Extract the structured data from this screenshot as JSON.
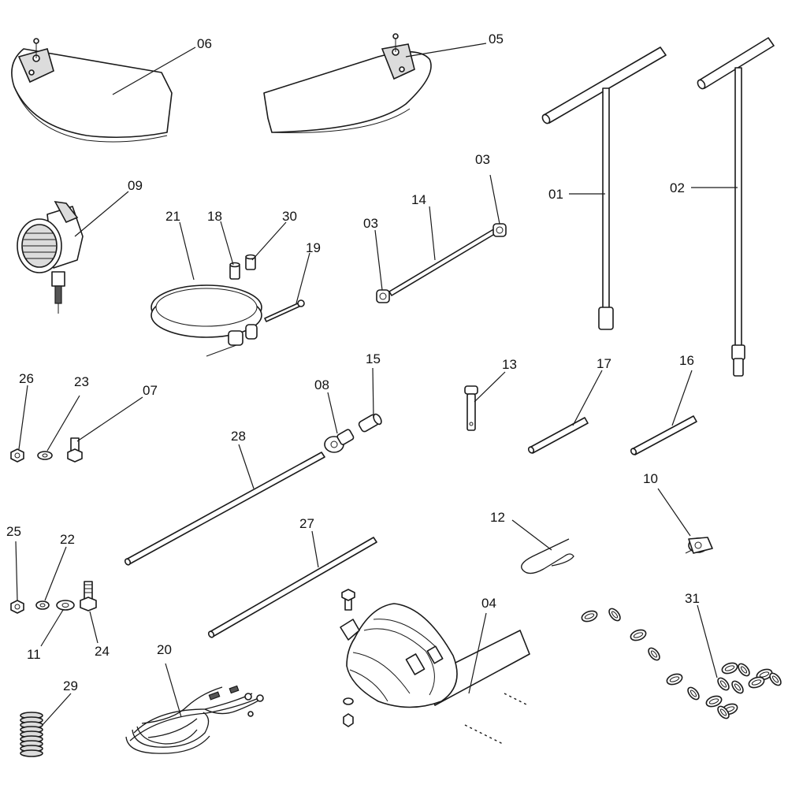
{
  "diagram": {
    "parts": [
      {
        "id": "06",
        "label": "06"
      },
      {
        "id": "05",
        "label": "05"
      },
      {
        "id": "01",
        "label": "01"
      },
      {
        "id": "02",
        "label": "02"
      },
      {
        "id": "09",
        "label": "09"
      },
      {
        "id": "21",
        "label": "21"
      },
      {
        "id": "18",
        "label": "18"
      },
      {
        "id": "30",
        "label": "30"
      },
      {
        "id": "19",
        "label": "19"
      },
      {
        "id": "03a",
        "label": "03"
      },
      {
        "id": "14",
        "label": "14"
      },
      {
        "id": "03b",
        "label": "03"
      },
      {
        "id": "26",
        "label": "26"
      },
      {
        "id": "23",
        "label": "23"
      },
      {
        "id": "07",
        "label": "07"
      },
      {
        "id": "08",
        "label": "08"
      },
      {
        "id": "15",
        "label": "15"
      },
      {
        "id": "28",
        "label": "28"
      },
      {
        "id": "13",
        "label": "13"
      },
      {
        "id": "17",
        "label": "17"
      },
      {
        "id": "16",
        "label": "16"
      },
      {
        "id": "10",
        "label": "10"
      },
      {
        "id": "12",
        "label": "12"
      },
      {
        "id": "25",
        "label": "25"
      },
      {
        "id": "22",
        "label": "22"
      },
      {
        "id": "11",
        "label": "11"
      },
      {
        "id": "24",
        "label": "24"
      },
      {
        "id": "29",
        "label": "29"
      },
      {
        "id": "27",
        "label": "27"
      },
      {
        "id": "04",
        "label": "04"
      },
      {
        "id": "31",
        "label": "31"
      },
      {
        "id": "20",
        "label": "20"
      }
    ]
  }
}
